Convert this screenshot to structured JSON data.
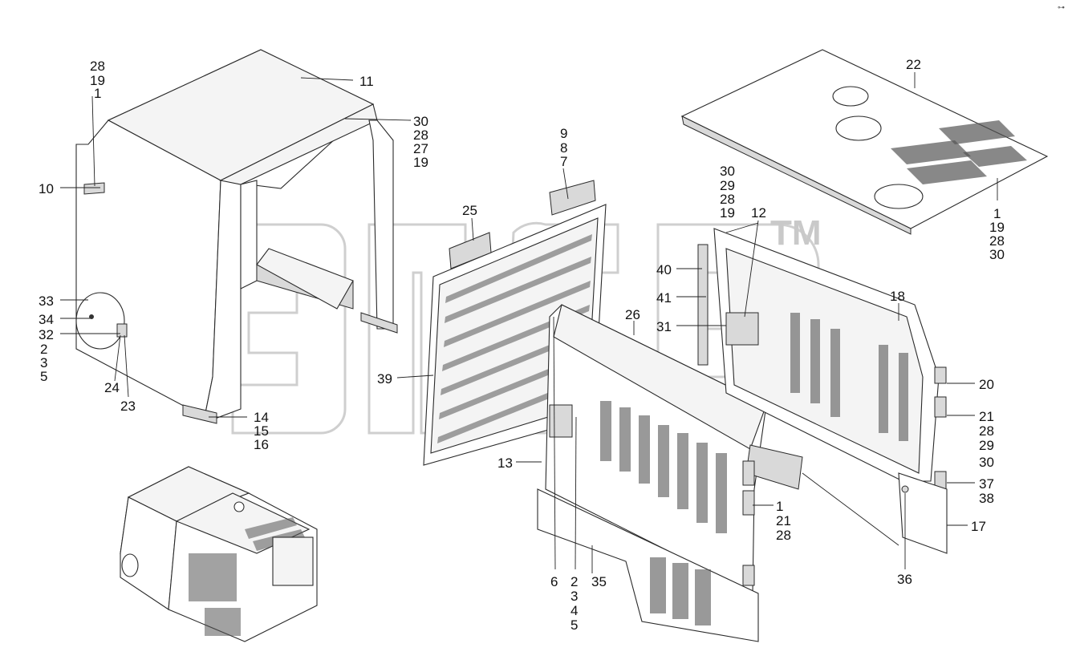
{
  "watermark": {
    "text": "ЭПС",
    "tm": "TM"
  },
  "corner_mark": "⊶",
  "callouts": [
    {
      "id": "c-28-19-1",
      "lines": [
        "28",
        "19",
        "1"
      ]
    },
    {
      "id": "c-11",
      "lines": [
        "11"
      ]
    },
    {
      "id": "c-30-28-27-19",
      "lines": [
        "30",
        "28",
        "27",
        "19"
      ]
    },
    {
      "id": "c-10",
      "lines": [
        "10"
      ]
    },
    {
      "id": "c-33",
      "lines": [
        "33"
      ]
    },
    {
      "id": "c-34",
      "lines": [
        "34"
      ]
    },
    {
      "id": "c-32-2-3-5",
      "lines": [
        "32",
        "2",
        "3",
        "5"
      ]
    },
    {
      "id": "c-24",
      "lines": [
        "24"
      ]
    },
    {
      "id": "c-23",
      "lines": [
        "23"
      ]
    },
    {
      "id": "c-14-15-16",
      "lines": [
        "14",
        "15",
        "16"
      ]
    },
    {
      "id": "c-9-8-7",
      "lines": [
        "9",
        "8",
        "7"
      ]
    },
    {
      "id": "c-25",
      "lines": [
        "25"
      ]
    },
    {
      "id": "c-39",
      "lines": [
        "39"
      ]
    },
    {
      "id": "c-13",
      "lines": [
        "13"
      ]
    },
    {
      "id": "c-26",
      "lines": [
        "26"
      ]
    },
    {
      "id": "c-6",
      "lines": [
        "6"
      ]
    },
    {
      "id": "c-2-3-4-5",
      "lines": [
        "2",
        "3",
        "4",
        "5"
      ]
    },
    {
      "id": "c-35",
      "lines": [
        "35"
      ]
    },
    {
      "id": "c-22",
      "lines": [
        "22"
      ]
    },
    {
      "id": "c-30-29-28-19",
      "lines": [
        "30",
        "29",
        "28",
        "19"
      ]
    },
    {
      "id": "c-12",
      "lines": [
        "12"
      ]
    },
    {
      "id": "c-40",
      "lines": [
        "40"
      ]
    },
    {
      "id": "c-41",
      "lines": [
        "41"
      ]
    },
    {
      "id": "c-31",
      "lines": [
        "31"
      ]
    },
    {
      "id": "c-18",
      "lines": [
        "18"
      ]
    },
    {
      "id": "c-1-19-28-30",
      "lines": [
        "1",
        "19",
        "28",
        "30"
      ]
    },
    {
      "id": "c-20",
      "lines": [
        "20"
      ]
    },
    {
      "id": "c-21-28-29-30",
      "lines": [
        "21",
        "28",
        "29",
        "30"
      ]
    },
    {
      "id": "c-37-38",
      "lines": [
        "37",
        "38"
      ]
    },
    {
      "id": "c-1-21-28",
      "lines": [
        "1",
        "21",
        "28"
      ]
    },
    {
      "id": "c-17",
      "lines": [
        "17"
      ]
    },
    {
      "id": "c-36",
      "lines": [
        "36"
      ]
    }
  ]
}
